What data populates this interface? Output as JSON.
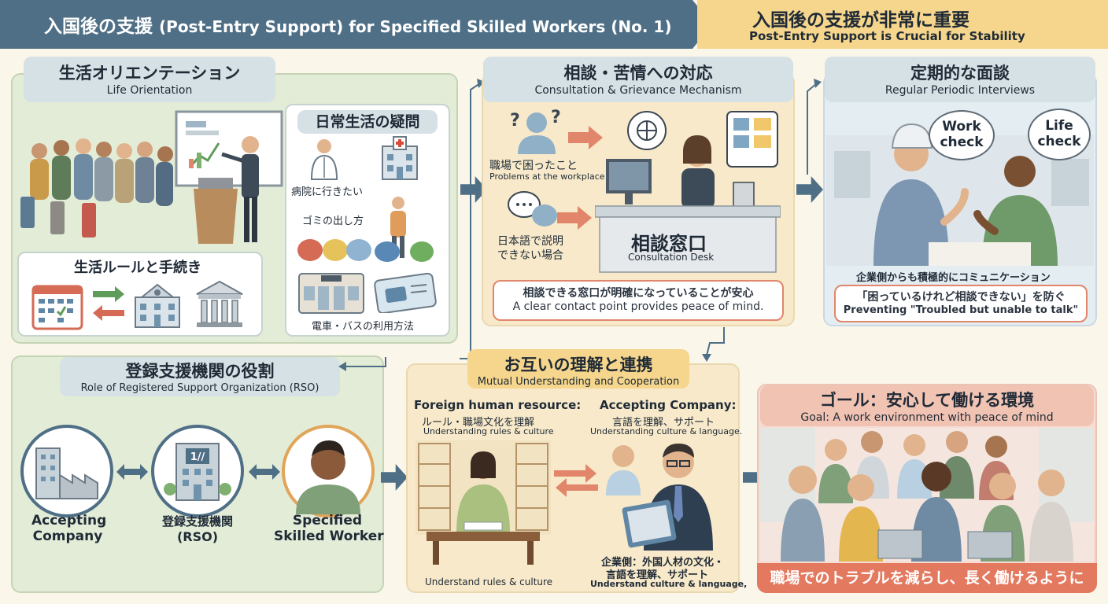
{
  "header": {
    "title_jp": "入国後の支援",
    "title_en": "(Post-Entry Support) for Specified Skilled Workers (No. 1)",
    "right_jp": "入国後の支援が非常に重要",
    "right_en": "Post-Entry Support is Crucial for Stability"
  },
  "life": {
    "title_jp": "生活オリエンテーション",
    "title_en": "Life Orientation",
    "daily_title": "日常生活の疑問",
    "hospital": "病院に行きたい",
    "garbage": "ゴミの出し方",
    "transport": "電車・バスの利用方法",
    "rules_title": "生活ルールと手続き"
  },
  "consult": {
    "title_jp": "相談・苦情への対応",
    "title_en": "Consultation & Grievance Mechanism",
    "problem_jp": "職場で困ったこと",
    "problem_en": "Problems at the workplace",
    "lang_jp_1": "日本語で説明",
    "lang_jp_2": "できない場合",
    "desk_jp": "相談窓口",
    "desk_en": "Consultation Desk",
    "note_jp": "相談できる窓口が明確になっていることが安心",
    "note_en": "A clear contact point provides peace of mind."
  },
  "interview": {
    "title_jp": "定期的な面談",
    "title_en": "Regular Periodic Interviews",
    "bubble_work_1": "Work",
    "bubble_work_2": "check",
    "bubble_life_1": "Life",
    "bubble_life_2": "check",
    "comm_jp": "企業側からも積極的にコミュニケーション",
    "note_jp": "「困っているけれど相談できない」を防ぐ",
    "note_en": "Preventing \"Troubled but unable to talk\""
  },
  "rso": {
    "title_jp": "登録支援機関の役割",
    "title_en": "Role of Registered Support Organization (RSO)",
    "company_1": "Accepting",
    "company_2": "Company",
    "rso_1": "登録支援機関",
    "rso_2": "(RSO)",
    "worker_1": "Specified",
    "worker_2": "Skilled Worker",
    "rso_logo": "1//"
  },
  "mutual": {
    "title_jp": "お互いの理解と連携",
    "title_en": "Mutual Understanding and Cooperation",
    "foreign_head": "Foreign human resource:",
    "foreign_jp": "ルール・職場文化を理解",
    "foreign_en": "Understanding rules & culture",
    "foreign_bottom": "Understand rules & culture",
    "company_head": "Accepting Company:",
    "company_jp": "言語を理解、サポート",
    "company_en": "Understanding culture & language.",
    "company_bottom_jp_1": "企業側：外国人材の文化・",
    "company_bottom_jp_2": "言語を理解、サポート",
    "company_bottom_en": "Understand culture & language,"
  },
  "goal": {
    "title_jp": "ゴール：安心して働ける環境",
    "title_en": "Goal: A work environment with peace of mind",
    "footer_jp": "職場でのトラブルを減らし、長く働けるように"
  },
  "colors": {
    "navy": "#4f6f86",
    "accent_orange": "#e1866b",
    "header_yellow": "#f5d68c"
  }
}
